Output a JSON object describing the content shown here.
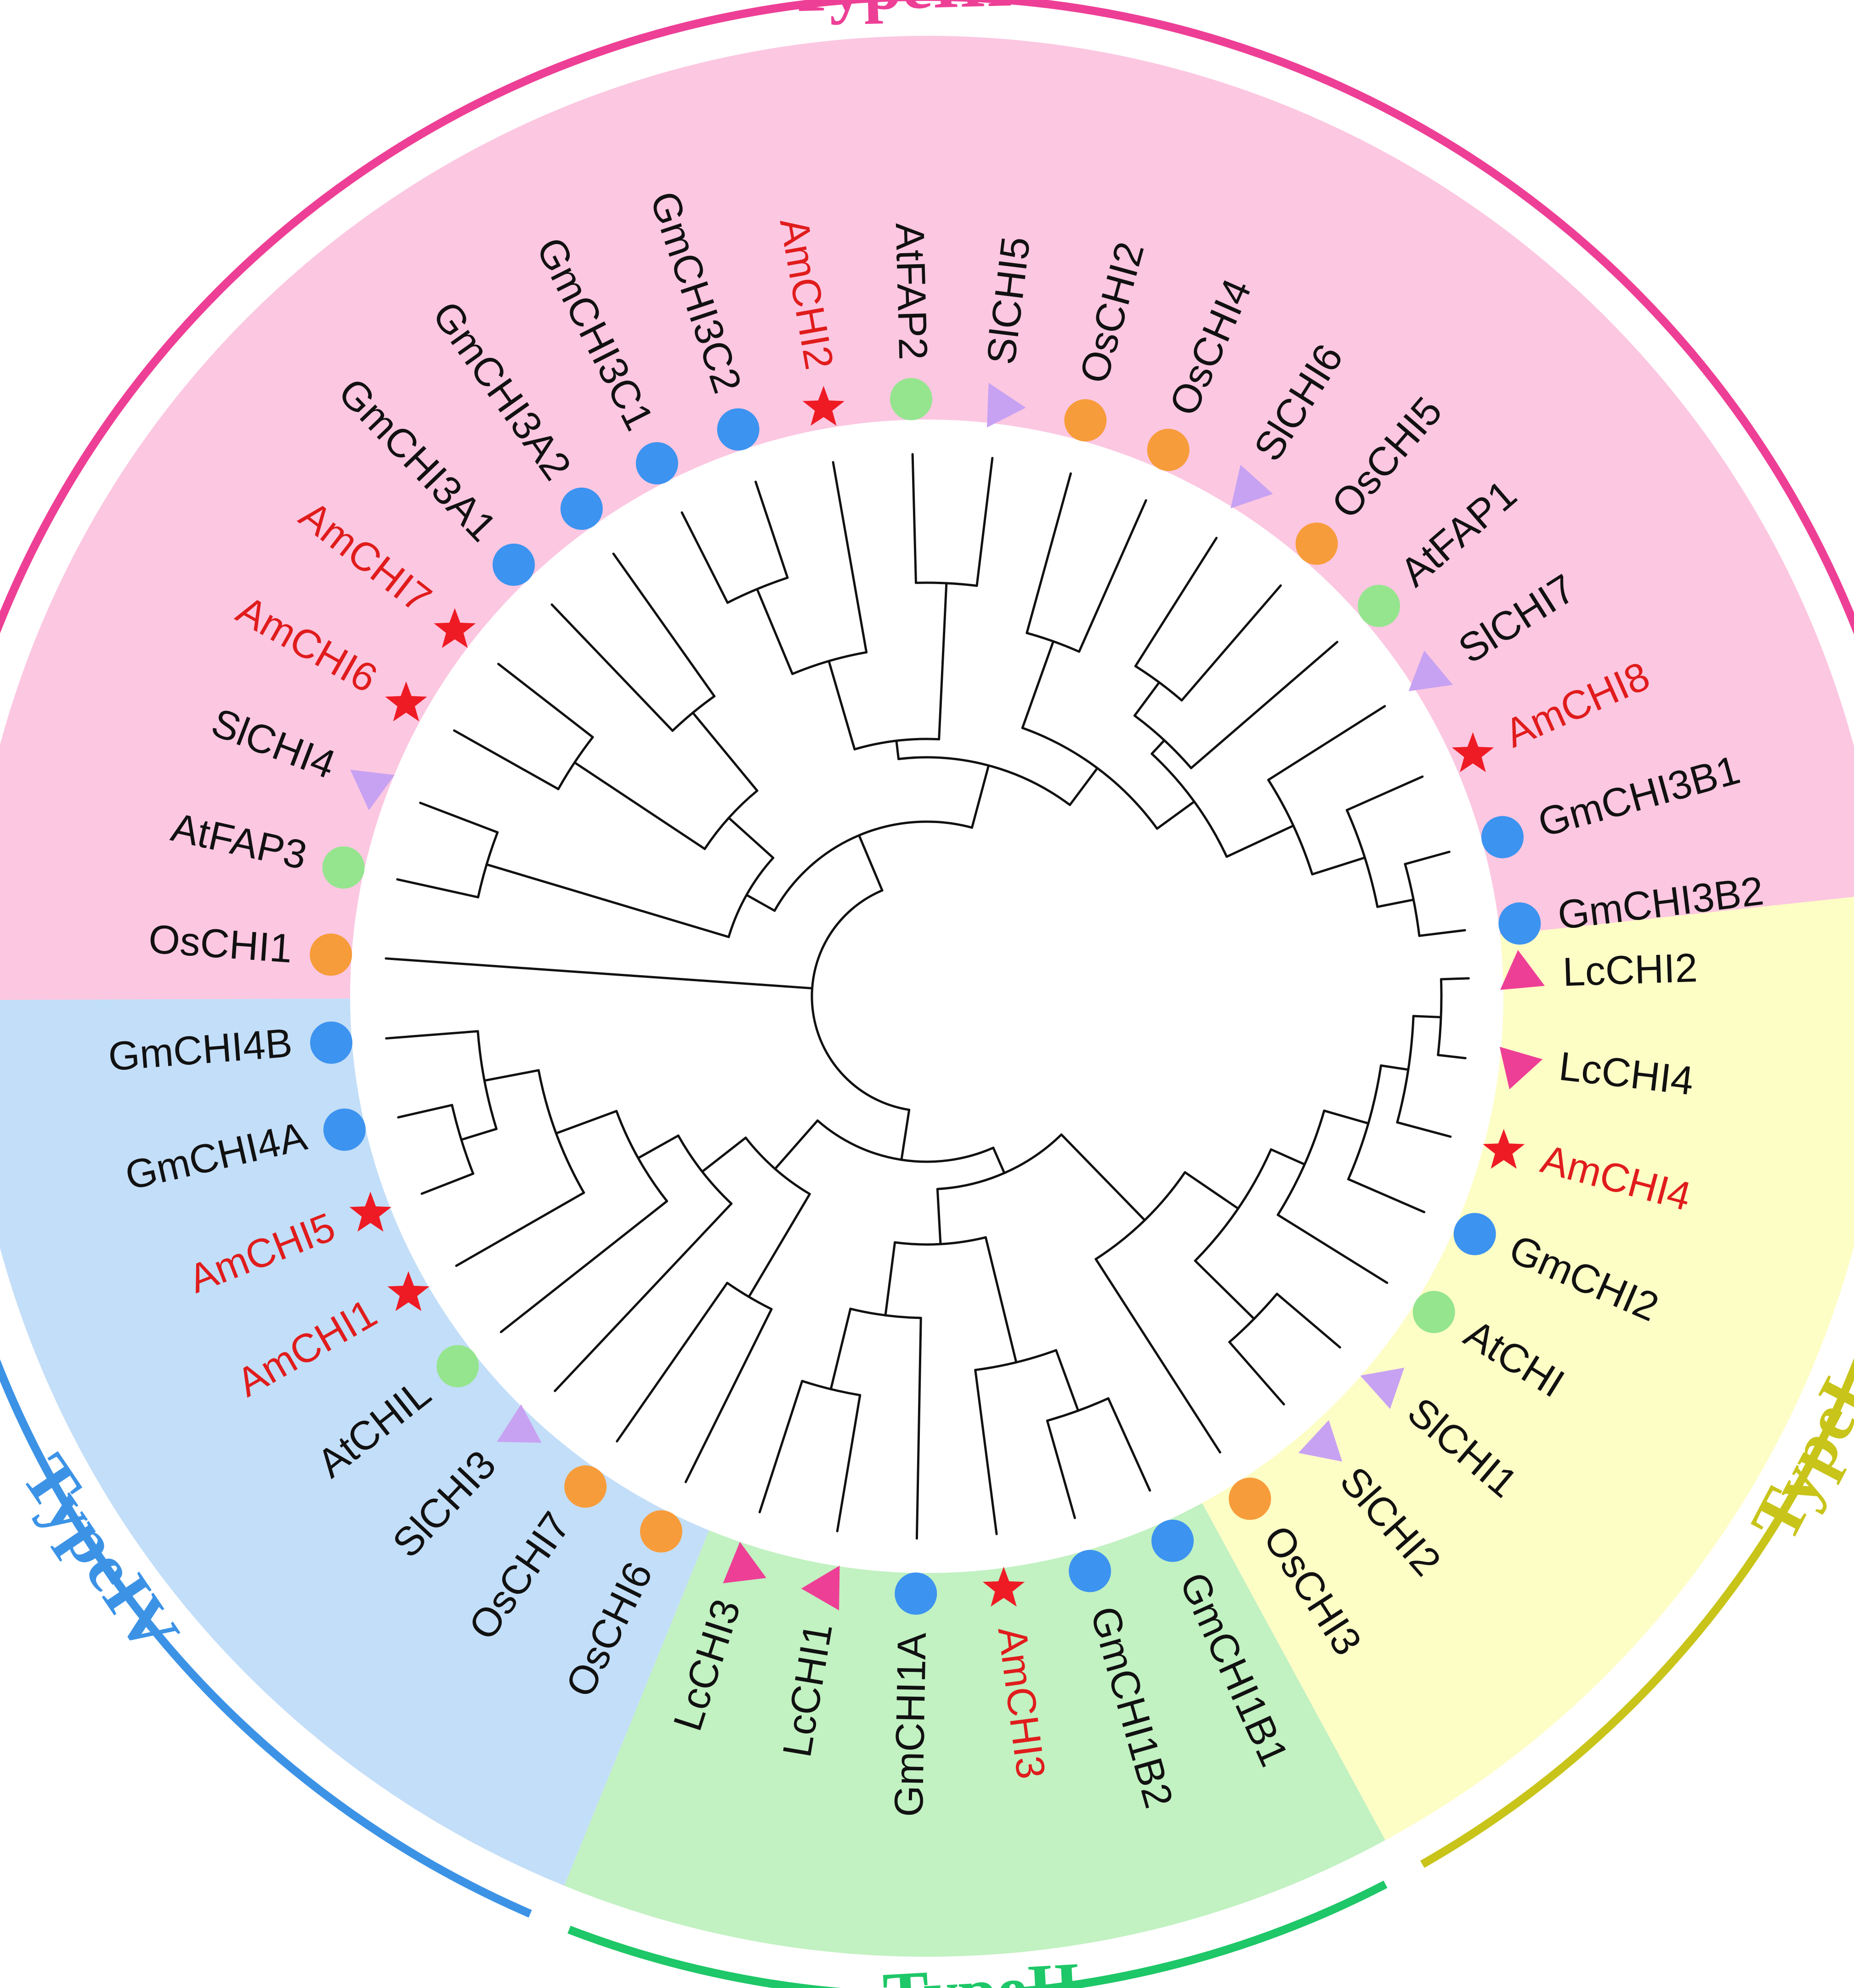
{
  "colors": {
    "am_label": "#e01c1c",
    "default_label": "#111111",
    "star": "#ee1b24",
    "circle_gm": "#3c93f0",
    "circle_os": "#f79c3a",
    "circle_at": "#95e58f",
    "triangle_sl": "#c8a2f2",
    "triangle_lc": "#ee3f96"
  },
  "groups": [
    {
      "id": "type3",
      "label": "TypeIII",
      "color": "#ee3f96",
      "bg": "#fcc7e1"
    },
    {
      "id": "type1",
      "label": "TypeI",
      "color": "#c8c41a",
      "bg": "#fdfdc6"
    },
    {
      "id": "type2",
      "label": "TypeII",
      "color": "#1ec767",
      "bg": "#c2f1c2"
    },
    {
      "id": "type4",
      "label": "TypeIV",
      "color": "#3c93e6",
      "bg": "#c3def8"
    }
  ],
  "leaves": [
    {
      "name": "GmCHI3B2",
      "group": "type3",
      "marker": "circle_gm"
    },
    {
      "name": "GmCHI3B1",
      "group": "type3",
      "marker": "circle_gm"
    },
    {
      "name": "AmCHI8",
      "group": "type3",
      "marker": "star",
      "highlight": true
    },
    {
      "name": "SlCHI7",
      "group": "type3",
      "marker": "triangle_sl"
    },
    {
      "name": "AtFAP1",
      "group": "type3",
      "marker": "circle_at"
    },
    {
      "name": "OsCHI5",
      "group": "type3",
      "marker": "circle_os"
    },
    {
      "name": "SlCHI6",
      "group": "type3",
      "marker": "triangle_sl"
    },
    {
      "name": "OsCHI4",
      "group": "type3",
      "marker": "circle_os"
    },
    {
      "name": "OsCHI2",
      "group": "type3",
      "marker": "circle_os"
    },
    {
      "name": "SlCHI5",
      "group": "type3",
      "marker": "triangle_sl"
    },
    {
      "name": "AtFAP2",
      "group": "type3",
      "marker": "circle_at"
    },
    {
      "name": "AmCHI2",
      "group": "type3",
      "marker": "star",
      "highlight": true
    },
    {
      "name": "GmCHI3C2",
      "group": "type3",
      "marker": "circle_gm"
    },
    {
      "name": "GmCHI3C1",
      "group": "type3",
      "marker": "circle_gm"
    },
    {
      "name": "GmCHI3A2",
      "group": "type3",
      "marker": "circle_gm"
    },
    {
      "name": "GmCHI3A1",
      "group": "type3",
      "marker": "circle_gm"
    },
    {
      "name": "AmCHI7",
      "group": "type3",
      "marker": "star",
      "highlight": true
    },
    {
      "name": "AmCHI6",
      "group": "type3",
      "marker": "star",
      "highlight": true
    },
    {
      "name": "SlCHI4",
      "group": "type3",
      "marker": "triangle_sl"
    },
    {
      "name": "AtFAP3",
      "group": "type3",
      "marker": "circle_at"
    },
    {
      "name": "OsCHI1",
      "group": "type3",
      "marker": "circle_os"
    },
    {
      "name": "GmCHI4B",
      "group": "type4",
      "marker": "circle_gm"
    },
    {
      "name": "GmCHI4A",
      "group": "type4",
      "marker": "circle_gm"
    },
    {
      "name": "AmCHI5",
      "group": "type4",
      "marker": "star",
      "highlight": true
    },
    {
      "name": "AmCHI1",
      "group": "type4",
      "marker": "star",
      "highlight": true
    },
    {
      "name": "AtCHIL",
      "group": "type4",
      "marker": "circle_at"
    },
    {
      "name": "SlCHI3",
      "group": "type4",
      "marker": "triangle_sl"
    },
    {
      "name": "OsCHI7",
      "group": "type4",
      "marker": "circle_os"
    },
    {
      "name": "OsCHI6",
      "group": "type4",
      "marker": "circle_os"
    },
    {
      "name": "LcCHI3",
      "group": "type2",
      "marker": "triangle_lc"
    },
    {
      "name": "LcCHI1",
      "group": "type2",
      "marker": "triangle_lc"
    },
    {
      "name": "GmCHI1A",
      "group": "type2",
      "marker": "circle_gm"
    },
    {
      "name": "AmCHI3",
      "group": "type2",
      "marker": "star",
      "highlight": true
    },
    {
      "name": "GmCHI1B2",
      "group": "type2",
      "marker": "circle_gm"
    },
    {
      "name": "GmCHI1B1",
      "group": "type2",
      "marker": "circle_gm"
    },
    {
      "name": "OsCHI3",
      "group": "type1",
      "marker": "circle_os"
    },
    {
      "name": "SlCHI2",
      "group": "type1",
      "marker": "triangle_sl"
    },
    {
      "name": "SlCHI1",
      "group": "type1",
      "marker": "triangle_sl"
    },
    {
      "name": "AtCHI",
      "group": "type1",
      "marker": "circle_at"
    },
    {
      "name": "GmCHI2",
      "group": "type1",
      "marker": "circle_gm"
    },
    {
      "name": "AmCHI4",
      "group": "type1",
      "marker": "star",
      "highlight": true
    },
    {
      "name": "LcCHI4",
      "group": "type1",
      "marker": "triangle_lc"
    },
    {
      "name": "LcCHI2",
      "group": "type1",
      "marker": "triangle_lc"
    }
  ]
}
